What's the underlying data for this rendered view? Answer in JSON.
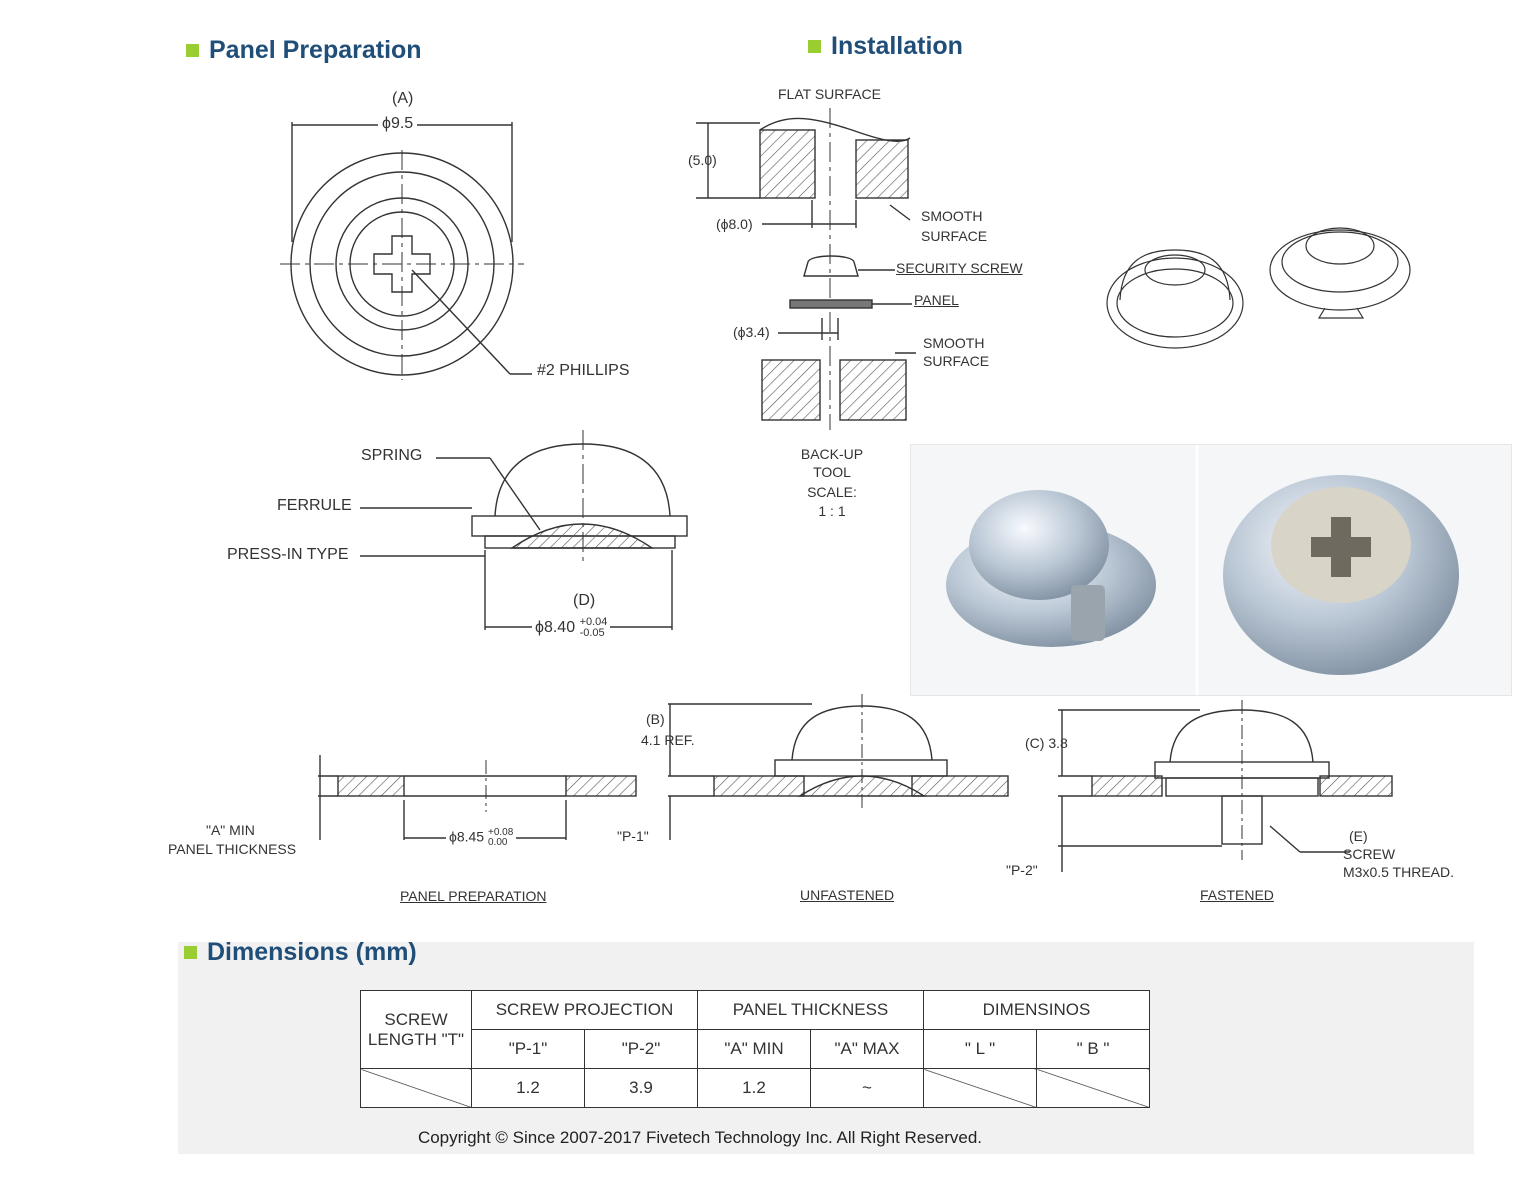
{
  "sections": {
    "panel_preparation": "Panel Preparation",
    "installation": "Installation",
    "dimensions": "Dimensions (mm)"
  },
  "top_view": {
    "label_a": "(A)",
    "dia_a": "ϕ9.5",
    "phillips": "#2 PHILLIPS"
  },
  "side_view": {
    "spring": "SPRING",
    "ferrule": "FERRULE",
    "press_in": "PRESS-IN TYPE",
    "label_d": "(D)",
    "dia_d": "ϕ8.40",
    "tol_d_plus": "+0.04",
    "tol_d_minus": "-0.05"
  },
  "installation": {
    "flat_surface": "FLAT SURFACE",
    "dim_5": "(5.0)",
    "dim_8": "(ϕ8.0)",
    "smooth_surface_1a": "SMOOTH",
    "smooth_surface_1b": "SURFACE",
    "security_screw": "SECURITY SCREW",
    "panel": "PANEL",
    "dim_34": "(ϕ3.4)",
    "smooth_surface_2a": "SMOOTH",
    "smooth_surface_2b": "SURFACE",
    "backup": "BACK-UP",
    "tool": "TOOL",
    "scale": "SCALE:",
    "scale_val": "1 : 1"
  },
  "bottom": {
    "a_min": "\"A\" MIN",
    "panel_thickness": "PANEL THICKNESS",
    "dia_845": "ϕ8.45",
    "tol_845_plus": "+0.08",
    "tol_845_minus": "0.00",
    "p1": "\"P-1\"",
    "b_label": "(B)",
    "b_ref": "4.1 REF.",
    "c_label": "(C) 3.8",
    "p2": "\"P-2\"",
    "e_label": "(E)",
    "screw": "SCREW",
    "thread": "M3x0.5 THREAD.",
    "cap_panel_prep": "PANEL PREPARATION",
    "cap_unfastened": "UNFASTENED",
    "cap_fastened": "FASTENED"
  },
  "table": {
    "h_screw_length": "SCREW LENGTH \"T\"",
    "h_screw_projection": "SCREW PROJECTION",
    "h_panel_thickness": "PANEL THICKNESS",
    "h_dimensinos": "DIMENSINOS",
    "c_p1": "\"P-1\"",
    "c_p2": "\"P-2\"",
    "c_amin": "\"A\" MIN",
    "c_amax": "\"A\" MAX",
    "c_l": "\" L \"",
    "c_b": "\" B \"",
    "v_p1": "1.2",
    "v_p2": "3.9",
    "v_amin": "1.2",
    "v_amax": "~"
  },
  "copyright": "Copyright © Since 2007-2017 Fivetech Technology Inc. All Right Reserved."
}
